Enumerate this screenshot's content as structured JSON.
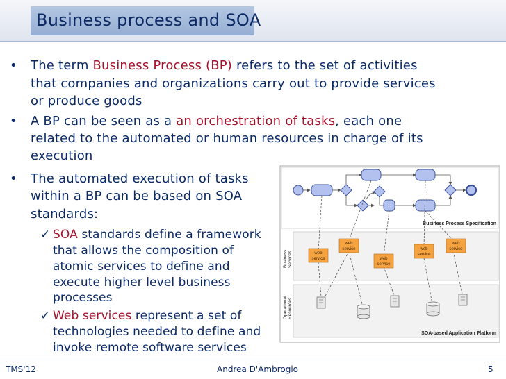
{
  "slide": {
    "title": "Business process and SOA",
    "bullets": [
      {
        "marker": "•",
        "lines": [
          {
            "pre": "The term ",
            "hl": "Business Process (BP)",
            "post": " refers to the set of activities"
          },
          {
            "pre": "that companies and organizations carry out to provide services",
            "hl": "",
            "post": ""
          },
          {
            "pre": "or produce goods",
            "hl": "",
            "post": ""
          }
        ]
      },
      {
        "marker": "•",
        "lines": [
          {
            "pre": "A BP can be seen as a ",
            "hl": "an orchestration of tasks",
            "post": ", each one"
          },
          {
            "pre": "related to the automated or human resources in charge of its",
            "hl": "",
            "post": ""
          },
          {
            "pre": "execution",
            "hl": "",
            "post": ""
          }
        ]
      },
      {
        "marker": "•",
        "lines": [
          {
            "pre": "The automated execution of tasks",
            "hl": "",
            "post": ""
          },
          {
            "pre": "within a BP can be based on SOA",
            "hl": "",
            "post": ""
          },
          {
            "pre": "standards:",
            "hl": "",
            "post": ""
          }
        ]
      }
    ],
    "sub_bullets": [
      {
        "marker": "✓",
        "lines": [
          {
            "hl": "SOA",
            "post": " standards define a framework"
          },
          {
            "hl": "",
            "post": "that allows the composition of"
          },
          {
            "hl": "",
            "post": "atomic services to define and"
          },
          {
            "hl": "",
            "post": "execute higher level business"
          },
          {
            "hl": "",
            "post": "processes"
          }
        ]
      },
      {
        "marker": "✓",
        "lines": [
          {
            "hl": "Web services",
            "post": " represent a set of"
          },
          {
            "hl": "",
            "post": "technologies needed to define and"
          },
          {
            "hl": "",
            "post": "invoke remote software services"
          }
        ]
      }
    ],
    "footer": {
      "left": "TMS'12",
      "center": "Andrea D'Ambrogio",
      "page": "5"
    }
  },
  "diagram": {
    "bp_label": "Business Process Specification",
    "services_label_1": "Business",
    "services_label_2": "Services",
    "resources_label_1": "Operational",
    "resources_label_2": "Resources",
    "platform_label": "SOA-based Application Platform",
    "web_service": {
      "line1": "web",
      "line2": "service"
    },
    "colors": {
      "task": "#b2c1ee",
      "task_stroke": "#3a4f9a",
      "web_service": "#f5a341",
      "web_service_stroke": "#b06a15",
      "band_services": "#f2f2f2",
      "band_resources": "#f2f2f2",
      "edge": "#555555"
    }
  }
}
